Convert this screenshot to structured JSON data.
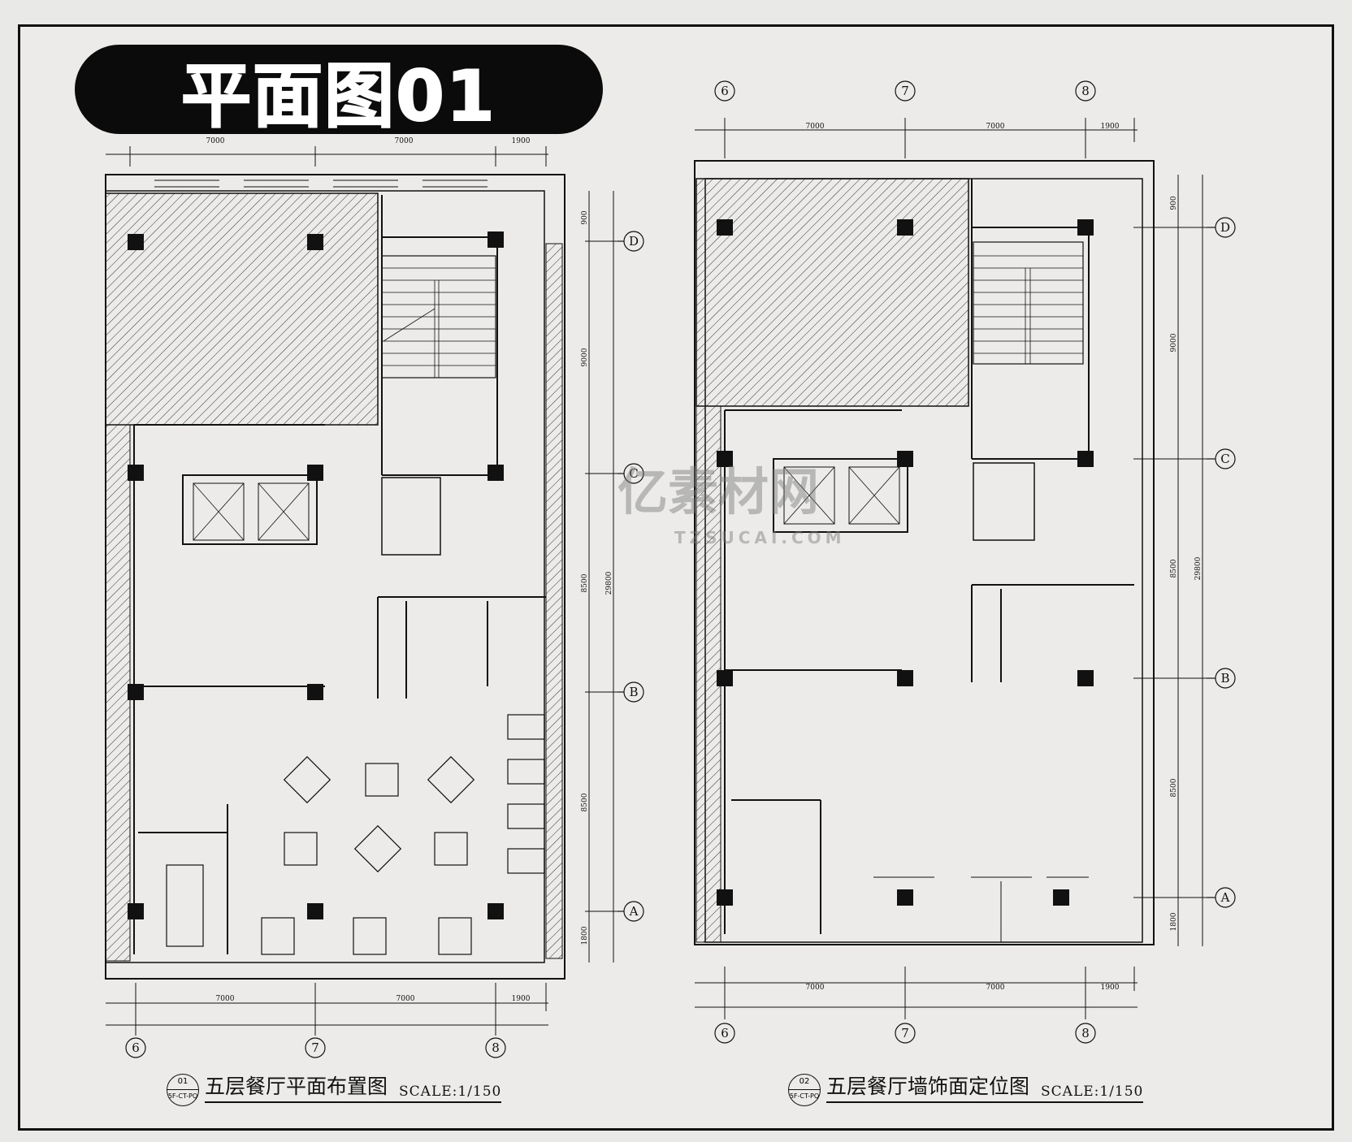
{
  "title": "平面图01",
  "watermark": {
    "cn": "亿素材网",
    "en": "TZSUCAI.COM"
  },
  "plan_left": {
    "caption": "五层餐厅平面布置图",
    "scale": "SCALE:1/150",
    "badge_num": "01",
    "badge_ref": "5F-CT-PQ",
    "axes_cols": [
      "6",
      "7",
      "8"
    ],
    "axes_rows": [
      "D",
      "C",
      "B",
      "A"
    ],
    "dims_top": [
      "7000",
      "7000",
      "1900"
    ],
    "dims_bottom": [
      "7000",
      "7000",
      "1900"
    ],
    "dims_right": [
      "900",
      "9000",
      "8500",
      "8500",
      "1800"
    ],
    "dims_right_total": "29800"
  },
  "plan_right": {
    "caption": "五层餐厅墙饰面定位图",
    "scale": "SCALE:1/150",
    "badge_num": "02",
    "badge_ref": "5F-CT-PQ",
    "axes_cols": [
      "6",
      "7",
      "8"
    ],
    "axes_rows": [
      "D",
      "C",
      "B",
      "A"
    ],
    "dims_top": [
      "7000",
      "7000",
      "1900"
    ],
    "dims_bottom": [
      "7000",
      "7000",
      "1900"
    ],
    "dims_right": [
      "900",
      "9000",
      "8500",
      "8500",
      "1800"
    ],
    "dims_right_total": "29800"
  },
  "colors": {
    "ink": "#111111",
    "paper": "#ecebe9",
    "title_bg": "#0b0b0b"
  }
}
